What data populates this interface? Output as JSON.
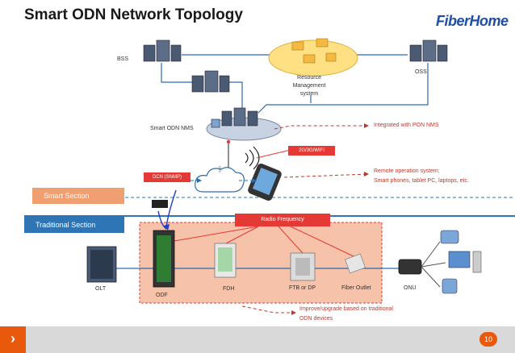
{
  "title": "Smart ODN Network Topology",
  "logo": "FiberHome",
  "labels": {
    "bss": "BSS",
    "resource_management": "Resource\nManagement\nsystem",
    "oss": "OSS",
    "smart_odn_nms": "Smart ODN NMS",
    "wireless": "2G/3G/WIFI",
    "dcn": "DCN (SNMP)",
    "radio_frequency": "Radio Frequency",
    "olt": "OLT",
    "odf": "ODF",
    "fdh": "FDH",
    "ftb": "FTB or DP",
    "fiber_outlet": "Fiber Outlet",
    "onu": "ONU"
  },
  "notes": {
    "pon_nms": "Integrated with PON NMS",
    "remote_op_line1": "Remote operation system:",
    "remote_op_line2": "Smart phones, tablet PC, laptops, etc.",
    "improve_line1": "Improve/upgrade based on traditional",
    "improve_line2": "ODN devices"
  },
  "sections": {
    "smart": "Smart Section",
    "traditional": "Traditional Section"
  },
  "page_number": "10",
  "colors": {
    "accent_orange": "#e8590c",
    "red": "#e53935",
    "blue_line": "#2b6cb0",
    "smart_section": "#f0a070",
    "traditional_section": "#2e75b6"
  }
}
